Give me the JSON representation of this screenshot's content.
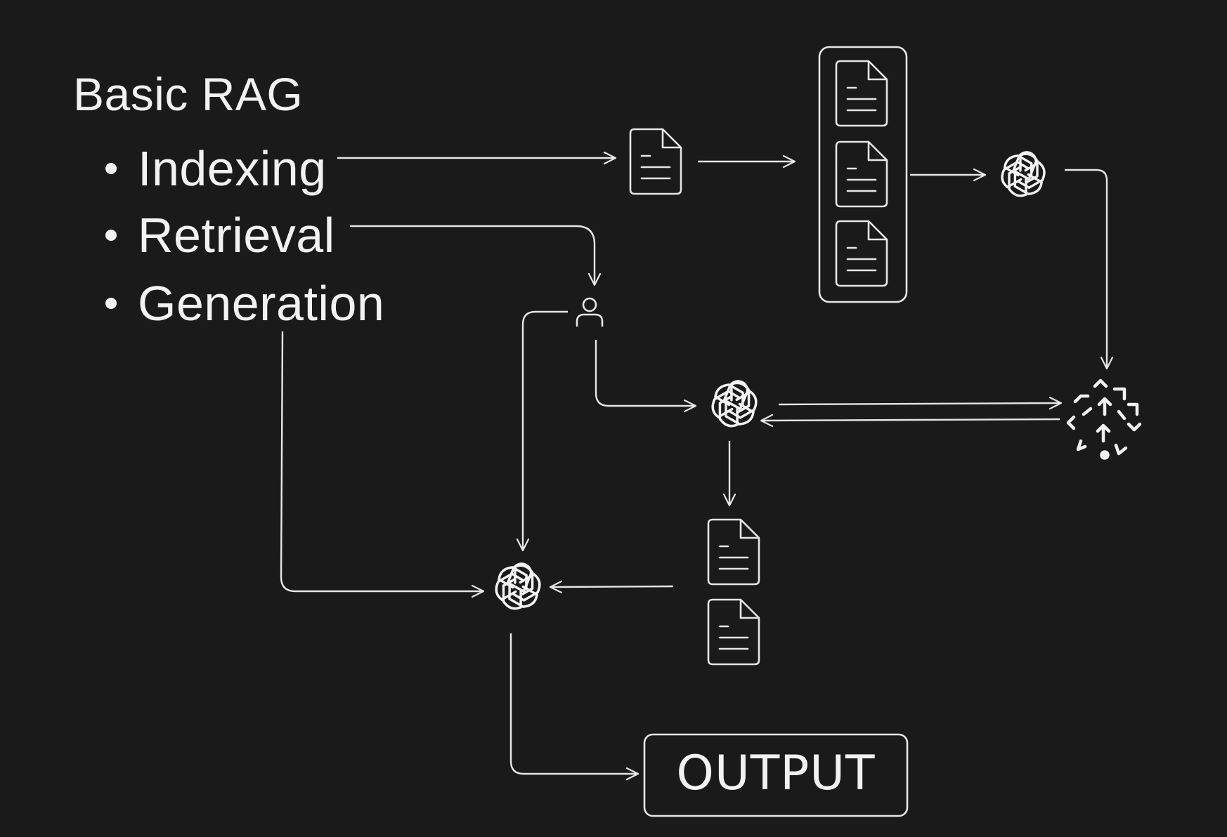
{
  "title": "Basic RAG",
  "bullets": [
    {
      "label": "Indexing"
    },
    {
      "label": "Retrieval"
    },
    {
      "label": "Generation"
    }
  ],
  "output_label": "OUTPUT",
  "icons": {
    "document": "document-icon",
    "llm": "openai-logo-icon",
    "user": "user-icon",
    "vector_store": "vector-store-icon"
  },
  "colors": {
    "background": "#1a1a1a",
    "stroke": "#e6e6e6",
    "text": "#f2f2f2"
  }
}
